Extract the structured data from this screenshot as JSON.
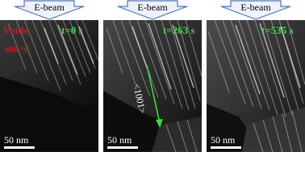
{
  "panels": [
    {
      "beam_label": "E-beam",
      "time_label": "t=0 s",
      "scale_label": "50 nm"
    },
    {
      "beam_label": "E-beam",
      "time_label": "t=263 s",
      "scale_label": "50 nm",
      "direction_label": "<1001>"
    },
    {
      "beam_label": "E-beam",
      "time_label": "t=535 s",
      "scale_label": "50 nm"
    }
  ],
  "annotations": {
    "voids_label": "Voids",
    "temperature_label": "600 °C"
  },
  "colors": {
    "beam_arrow_fill": "#eef2fb",
    "beam_arrow_stroke": "#4f6fc4",
    "red_label": "#d8141c",
    "time_label": "#32e03a",
    "direction_arrow": "#32e03a"
  }
}
